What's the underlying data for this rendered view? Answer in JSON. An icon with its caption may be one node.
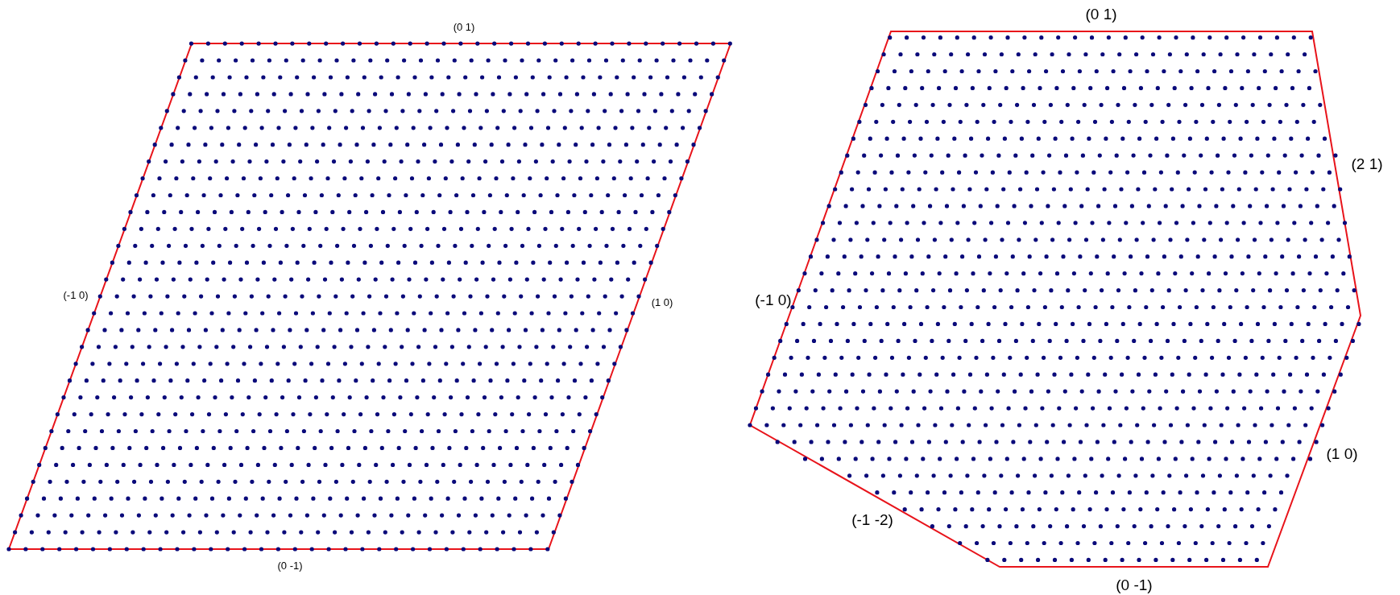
{
  "diagram": {
    "labels": [
      "(0 1)",
      "(-1 0)",
      "(1 0)",
      "(0 -1)",
      "(0 1)",
      "(2 1)",
      "(-1 0)",
      "(1 0)",
      "(-1 -2)",
      "(0 -1)"
    ]
  }
}
